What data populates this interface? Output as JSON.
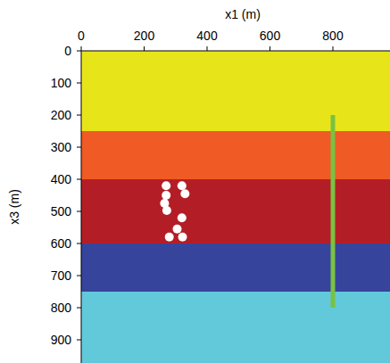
{
  "diagram": {
    "labels": [
      "x1 (m)",
      "0",
      "200",
      "400",
      "600",
      "800",
      "x3 (m)",
      "0",
      "100",
      "200",
      "300",
      "400",
      "500",
      "600",
      "700",
      "800",
      "900"
    ]
  }
}
